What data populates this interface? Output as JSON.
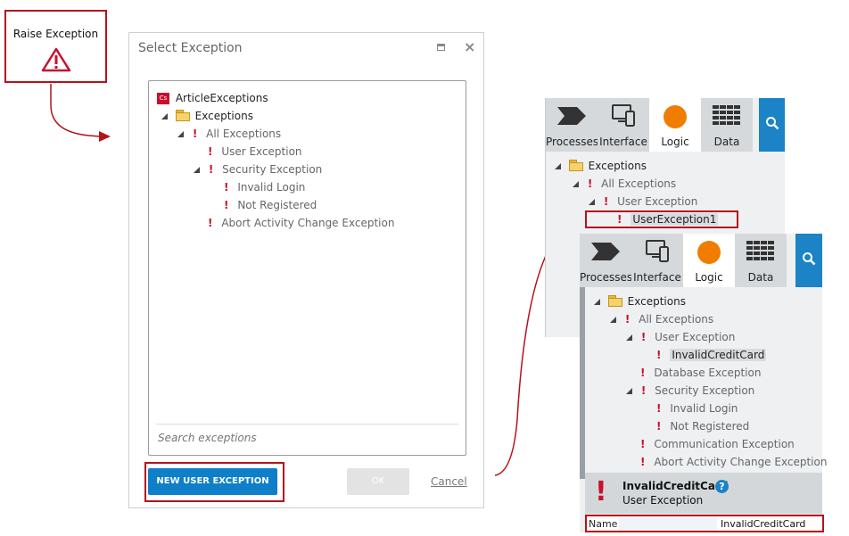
{
  "raise_exception": {
    "title": "Raise Exception"
  },
  "dialog": {
    "title": "Select Exception",
    "tree": {
      "module": {
        "badge": "Cs",
        "label": "ArticleExceptions"
      },
      "folder": "Exceptions",
      "all": "All Exceptions",
      "user": "User Exception",
      "security": "Security Exception",
      "invalid_login": "Invalid Login",
      "not_registered": "Not Registered",
      "abort": "Abort Activity Change Exception"
    },
    "search_placeholder": "Search exceptions",
    "new_button": "NEW USER EXCEPTION",
    "ok_button": "OK",
    "cancel_button": "Cancel"
  },
  "panel1": {
    "tabs": [
      "Processes",
      "Interface",
      "Logic",
      "Data"
    ],
    "tree": {
      "folder": "Exceptions",
      "all": "All Exceptions",
      "user": "User Exception",
      "child": "UserException1"
    }
  },
  "panel2": {
    "tabs": [
      "Processes",
      "Interface",
      "Logic",
      "Data"
    ],
    "tree": {
      "folder": "Exceptions",
      "all": "All Exceptions",
      "user": "User Exception",
      "invalid_credit": "InvalidCreditCard",
      "database": "Database Exception",
      "security": "Security Exception",
      "invalid_login": "Invalid Login",
      "not_registered": "Not Registered",
      "communication": "Communication Exception",
      "abort": "Abort Activity Change Exception"
    },
    "props": {
      "title": "InvalidCreditCard",
      "subtitle": "User Exception",
      "help": "?",
      "name_label": "Name",
      "name_value": "InvalidCreditCard"
    }
  },
  "colors": {
    "accent": "#0e7fc8",
    "highlight": "#b5121b",
    "search_tab": "#1b83c6",
    "logic_dot": "#f07d00"
  }
}
